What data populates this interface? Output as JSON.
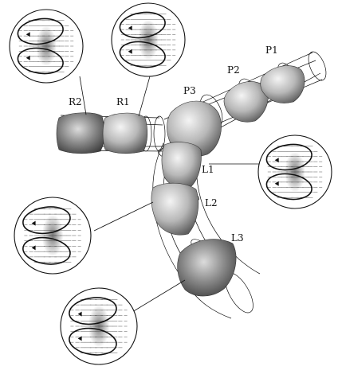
{
  "labels": {
    "R2": "R2",
    "R1": "R1",
    "P3": "P3",
    "P2": "P2",
    "P1": "P1",
    "L1": "L1",
    "L2": "L2",
    "L3": "L3"
  },
  "colors": {
    "line": "#111111",
    "surface_dark": "#6e6e6e",
    "surface_mid": "#a6a6a6",
    "surface_light": "#dedede",
    "background": "#ffffff"
  }
}
